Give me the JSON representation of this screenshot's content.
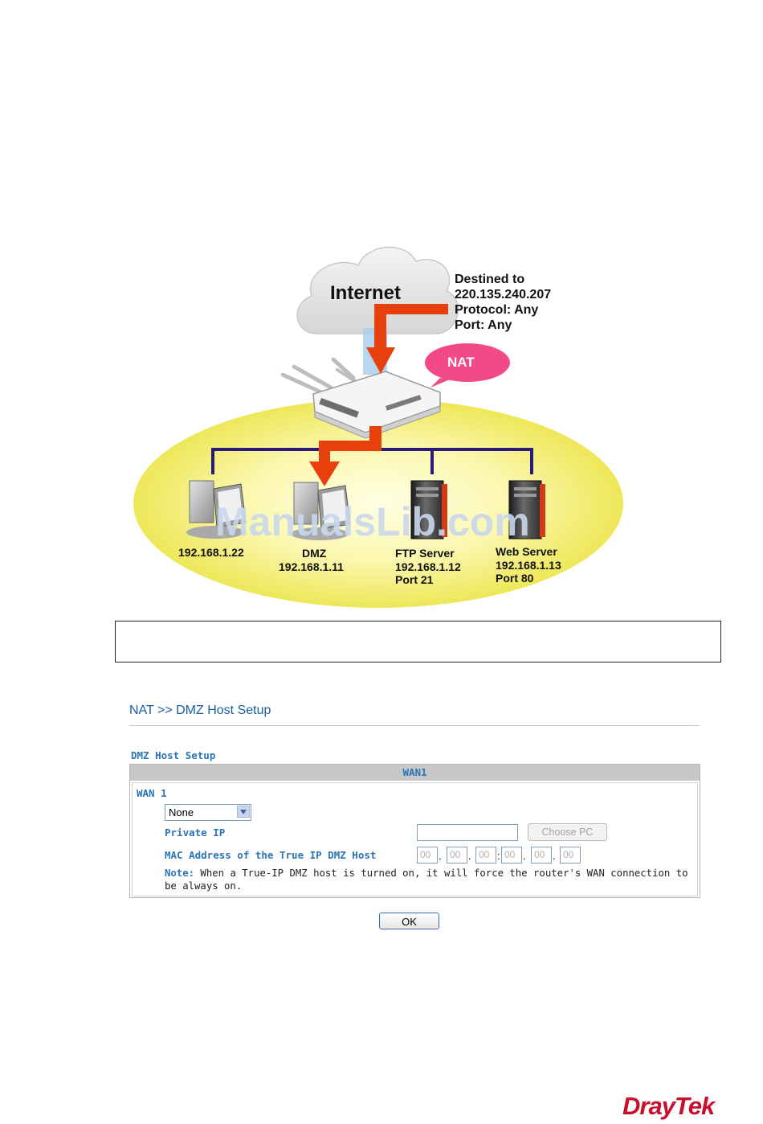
{
  "diagram": {
    "cloud_label": "Internet",
    "destination_lines": [
      "Destined to",
      "220.135.240.207",
      "Protocol: Any",
      "Port: Any"
    ],
    "nat_label": "NAT",
    "hosts": [
      {
        "lines": [
          "192.168.1.22"
        ]
      },
      {
        "lines": [
          "DMZ",
          "192.168.1.11"
        ]
      },
      {
        "lines": [
          "FTP Server",
          "192.168.1.12",
          "Port 21"
        ]
      },
      {
        "lines": [
          "Web Server",
          "192.168.1.13",
          "Port 80"
        ]
      }
    ],
    "watermark": "ManualsLib.com"
  },
  "breadcrumb": "NAT >> DMZ Host Setup",
  "section_title": "DMZ Host Setup",
  "tab_header": "WAN1",
  "wan_label": "WAN 1",
  "select": {
    "value": "None"
  },
  "private_ip": {
    "label": "Private IP",
    "value": ""
  },
  "choose_pc_label": "Choose PC",
  "mac": {
    "label": "MAC Address of the True IP DMZ Host",
    "fields": [
      "00",
      "00",
      "00",
      "00",
      "00",
      "00"
    ]
  },
  "note": {
    "label": "Note:",
    "line1": " When a True-IP DMZ host is turned on, it will force the router's WAN connection to",
    "line2": "be always on."
  },
  "ok_label": "OK",
  "brand": "DrayTek",
  "colors": {
    "accent": "#2a74b8",
    "arrow": "#e8400c",
    "ellipse": "#f7f18a",
    "brand": "#c8102e"
  }
}
